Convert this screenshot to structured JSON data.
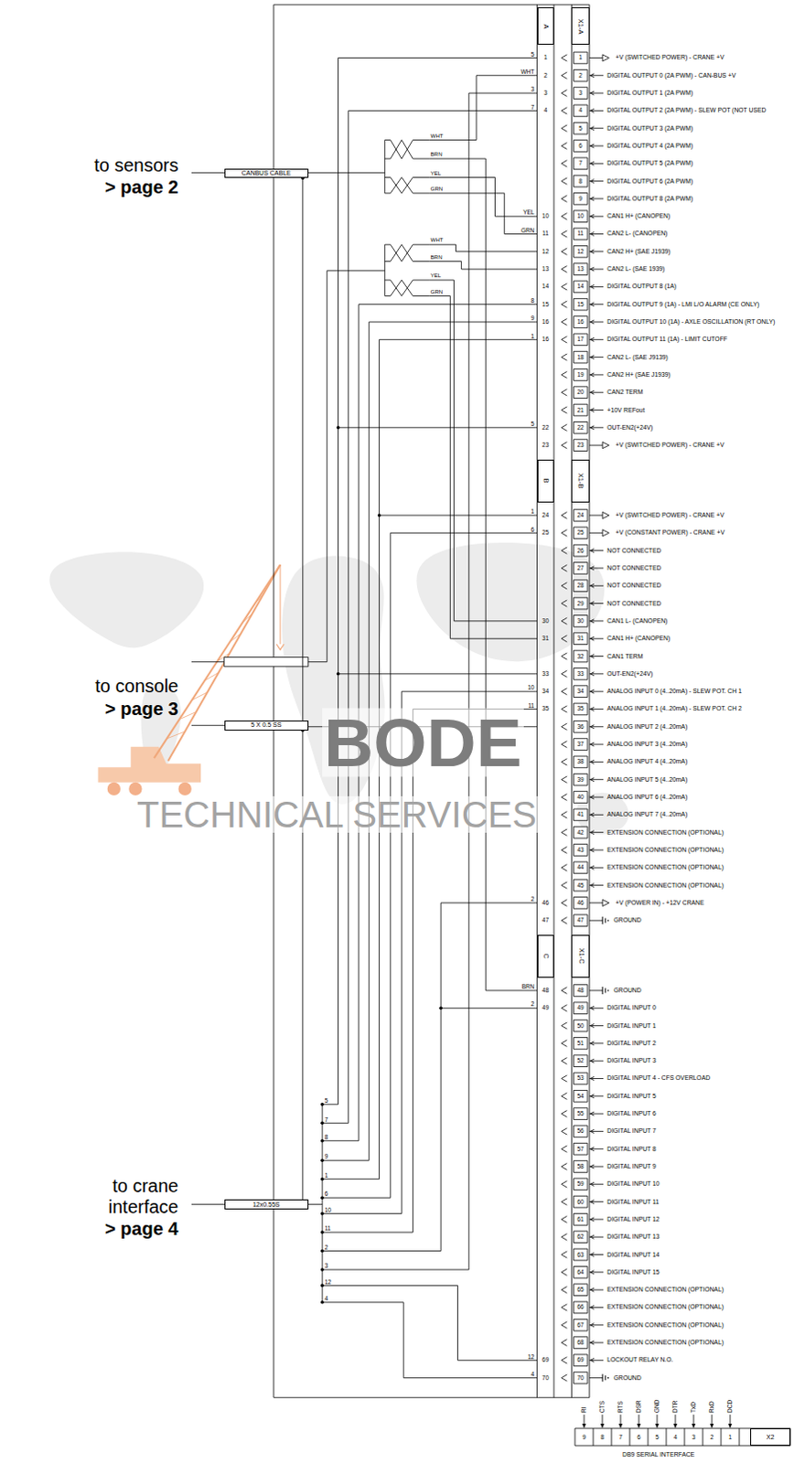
{
  "diagram": {
    "nodes": [
      {
        "text": [
          "CANBUS CABLE"
        ]
      },
      {
        "text": [
          "5 X 0.5 SS"
        ]
      },
      {
        "text": [
          "12x0.55S"
        ]
      },
      {
        "text": [
          "A"
        ]
      },
      {
        "text": [
          "X1-A"
        ]
      },
      {
        "text": [
          "B"
        ]
      },
      {
        "text": [
          "X1-B"
        ]
      },
      {
        "text": [
          "C"
        ]
      },
      {
        "text": [
          "X1-C"
        ]
      },
      {
        "text": [
          "X2"
        ]
      }
    ],
    "edges": [
      {
        "from": 0,
        "to": 1,
        "arrow": "none"
      },
      {
        "from": 1,
        "to": 2,
        "arrow": "none"
      }
    ],
    "labels": [
      "to sensors",
      "> page 2",
      "to console",
      "> page 3",
      "to crane interface",
      "> page 4",
      "WHT",
      "BRN",
      "YEL",
      "GRN",
      "WHT",
      "BRN",
      "YEL",
      "GRN",
      "5",
      "WHT",
      "3",
      "7",
      "YEL",
      "GRN",
      "8",
      "9",
      "1",
      "5",
      "1",
      "6",
      "10",
      "11",
      "2",
      "BRN",
      "2",
      "12",
      "4",
      "1",
      "2",
      "3",
      "4",
      "10",
      "11",
      "12",
      "13",
      "14",
      "15",
      "16",
      "16",
      "22",
      "23",
      "24",
      "25",
      "30",
      "31",
      "33",
      "34",
      "35",
      "46",
      "47",
      "48",
      "49",
      "69",
      "70",
      "1",
      "2",
      "3",
      "4",
      "5",
      "6",
      "7",
      "8",
      "9",
      "10",
      "11",
      "12",
      "13",
      "14",
      "15",
      "16",
      "17",
      "18",
      "19",
      "20",
      "21",
      "22",
      "23",
      "24",
      "25",
      "26",
      "27",
      "28",
      "29",
      "30",
      "31",
      "32",
      "33",
      "34",
      "35",
      "36",
      "37",
      "38",
      "39",
      "40",
      "41",
      "42",
      "43",
      "44",
      "45",
      "46",
      "47",
      "48",
      "49",
      "50",
      "51",
      "52",
      "53",
      "54",
      "55",
      "56",
      "57",
      "58",
      "59",
      "60",
      "61",
      "62",
      "63",
      "64",
      "65",
      "66",
      "67",
      "68",
      "69",
      "70",
      "+V (SWITCHED POWER) - CRANE +V",
      "DIGITAL OUTPUT 0 (2A PWM) - CAN-BUS +V",
      "DIGITAL OUTPUT 1 (2A PWM)",
      "DIGITAL OUTPUT 2 (2A PWM) - SLEW POT (NOT USED",
      "DIGITAL OUTPUT 3 (2A PWM)",
      "DIGITAL OUTPUT 4 (2A PWM)",
      "DIGITAL OUTPUT 5 (2A PWM)",
      "DIGITAL OUTPUT 6 (2A PWM)",
      "DIGITAL OUTPUT 8 (2A PWM)",
      "CAN1 H+ (CANOPEN)",
      "CAN2 L- (CANOPEN)",
      "CAN2 H+ (SAE J1939)",
      "CAN2 L- (SAE 1939)",
      "DIGITAL OUTPUT 8 (1A)",
      "DIGITAL OUTPUT 9 (1A) - LMI L/O ALARM (CE ONLY)",
      "DIGITAL OUTPUT 10 (1A) - AXLE OSCILLATION (RT ONLY)",
      "DIGITAL OUTPUT 11 (1A) - LIMIT CUTOFF",
      "CAN2 L- (SAE J9139)",
      "CAN2 H+ (SAE J1939)",
      "CAN2 TERM",
      "+10V REFout",
      "OUT-EN2(+24V)",
      "+V (SWITCHED POWER) - CRANE +V",
      "+V (SWITCHED POWER) - CRANE +V",
      "+V (CONSTANT POWER) - CRANE +V",
      "NOT CONNECTED",
      "NOT CONNECTED",
      "NOT CONNECTED",
      "NOT CONNECTED",
      "CAN1 L- (CANOPEN)",
      "CAN1 H+ (CANOPEN)",
      "CAN1 TERM",
      "OUT-EN2(+24V)",
      "ANALOG INPUT 0 (4..20mA) - SLEW POT. CH 1",
      "ANALOG INPUT 1 (4..20mA) - SLEW POT. CH 2",
      "ANALOG INPUT 2 (4..20mA)",
      "ANALOG INPUT 3 (4..20mA)",
      "ANALOG INPUT 4 (4..20mA)",
      "ANALOG INPUT 5 (4..20mA)",
      "ANALOG INPUT 6 (4..20mA)",
      "ANALOG INPUT 7 (4..20mA)",
      "EXTENSION CONNECTION (OPTIONAL)",
      "EXTENSION CONNECTION (OPTIONAL)",
      "EXTENSION CONNECTION (OPTIONAL)",
      "EXTENSION CONNECTION (OPTIONAL)",
      "+V (POWER IN) - +12V CRANE",
      "GROUND",
      "GROUND",
      "DIGITAL INPUT 0",
      "DIGITAL INPUT 1",
      "DIGITAL INPUT 2",
      "DIGITAL INPUT 3",
      "DIGITAL INPUT 4 - CFS OVERLOAD",
      "DIGITAL INPUT 5",
      "DIGITAL INPUT 6",
      "DIGITAL INPUT 7",
      "DIGITAL INPUT 8",
      "DIGITAL INPUT 9",
      "DIGITAL INPUT 10",
      "DIGITAL INPUT 11",
      "DIGITAL INPUT 12",
      "DIGITAL INPUT 13",
      "DIGITAL INPUT 14",
      "DIGITAL INPUT 15",
      "EXTENSION CONNECTION (OPTIONAL)",
      "EXTENSION CONNECTION (OPTIONAL)",
      "EXTENSION CONNECTION (OPTIONAL)",
      "EXTENSION CONNECTION (OPTIONAL)",
      "LOCKOUT RELAY N.O.",
      "GROUND",
      "5",
      "7",
      "8",
      "9",
      "1",
      "6",
      "10",
      "11",
      "2",
      "3",
      "12",
      "4",
      "RI",
      "CTS",
      "RTS",
      "DSR",
      "GND",
      "DTR",
      "TxD",
      "RxD",
      "DCD",
      "9",
      "8",
      "7",
      "6",
      "5",
      "4",
      "3",
      "2",
      "1",
      "DB9 SERIAL INTERFACE",
      "BODE",
      "TECHNICAL SERVICES"
    ]
  }
}
